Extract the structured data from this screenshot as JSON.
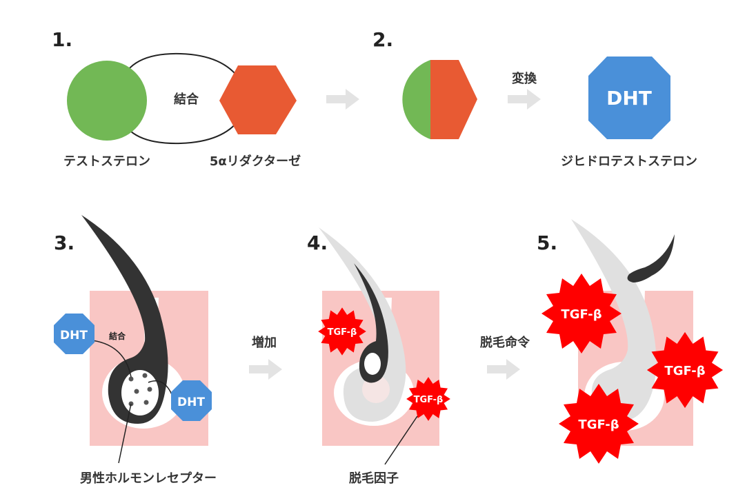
{
  "steps": {
    "s1": "1.",
    "s2": "2.",
    "s3": "3.",
    "s4": "4.",
    "s5": "5."
  },
  "labels": {
    "binding": "結合",
    "testosterone": "テストステロン",
    "reductase": "5αリダクターゼ",
    "conversion": "変換",
    "dht": "DHT",
    "dihydrotestosterone": "ジヒドロテストステロン",
    "binding_small": "結合",
    "receptor": "男性ホルモンレセプター",
    "increase": "増加",
    "tgf": "TGF-β",
    "hair_loss_factor": "脱毛因子",
    "hair_loss_command": "脱毛命令"
  },
  "colors": {
    "green": "#72b855",
    "orange": "#e85a33",
    "blue": "#4a90d9",
    "red": "#ff0000",
    "skin": "#f9c6c4",
    "hair": "#333333",
    "faded_hair": "#e0e0e0",
    "arrow": "#e3e3e3"
  },
  "icons": {
    "arrow": "right-arrow-icon",
    "burst": "burst-icon",
    "octagon": "octagon-icon"
  }
}
